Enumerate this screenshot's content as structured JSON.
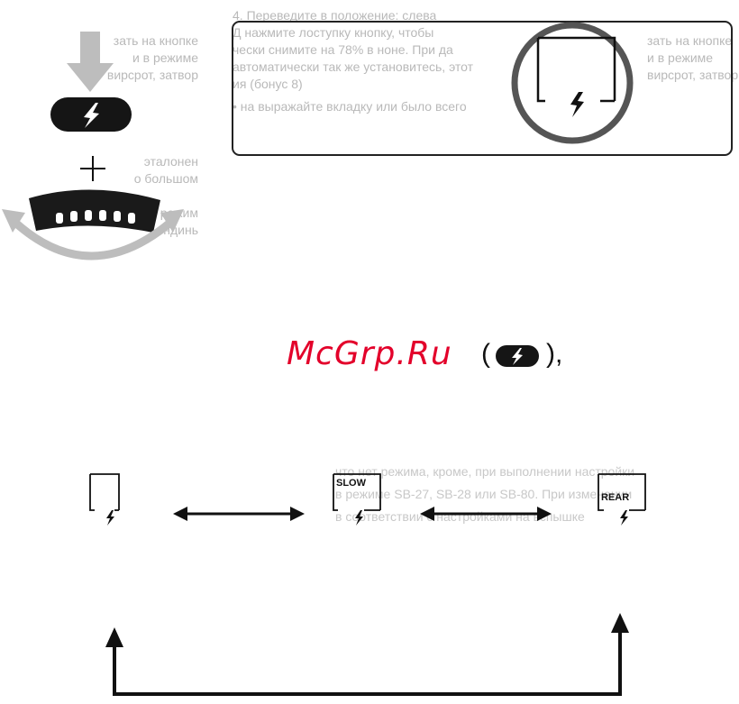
{
  "watermark": "McGrp.Ru",
  "modes": {
    "slow_label": "SLOW",
    "rear_label": "REAR"
  },
  "bleed_text": {
    "lines_left": [
      "зать на кнопке",
      "и в режиме",
      "вирсрот, затвор",
      "",
      "эталонен",
      "о большом",
      "",
      "и такой режим",
      "ндинь"
    ],
    "lines_top_box": [
      "4.  Переведите в положение: слева",
      "Д нажмите лоступку кнопку, чтобы",
      "чески снимите на 78% в ноне. При да",
      "автоматически так же установитесь, этот",
      "ия (бонус 8)",
      "• на выражайте вкладку или было всего"
    ],
    "lines_middle": [
      "что нет режима, кроме, при выполнении настройки",
      "в режиме SB-27, SB-28 или SB-80. При изменении",
      "в соответствии с настройками на вспышке"
    ]
  },
  "colors": {
    "ink": "#111111",
    "watermark": "#e3002a",
    "ghost_text": "#b9b9b9",
    "dial_arrow": "#bdbdbd"
  },
  "icons": {
    "press_arrow": "down-arrow-icon",
    "flash_button": "flash-button-icon",
    "command_dial": "command-dial-icon",
    "flash_symbol": "lightning-icon"
  }
}
